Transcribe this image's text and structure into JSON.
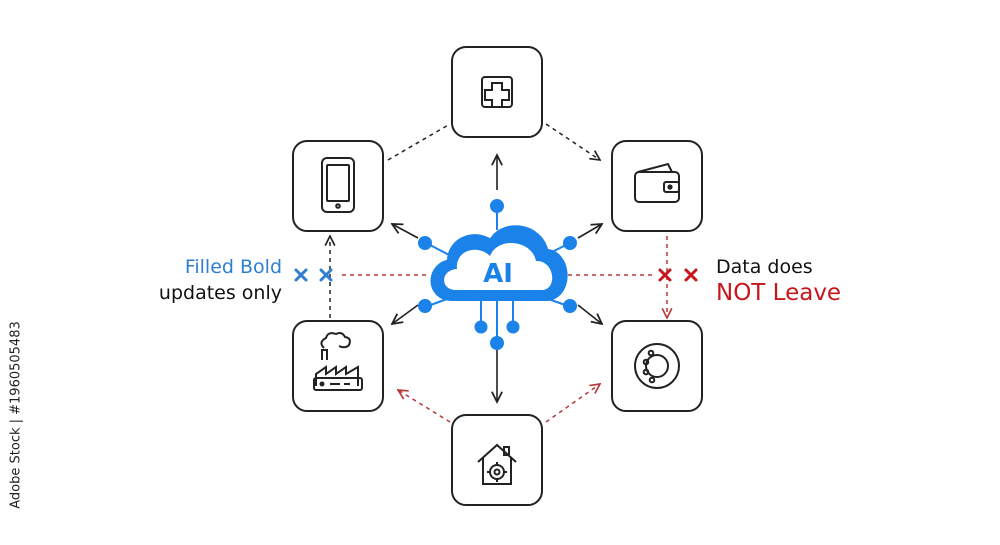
{
  "center": {
    "label": "AI"
  },
  "nodes": [
    {
      "id": "medical",
      "icon": "medical-cross-icon"
    },
    {
      "id": "wallet",
      "icon": "wallet-icon"
    },
    {
      "id": "sensor",
      "icon": "sensor-ring-icon"
    },
    {
      "id": "smart-home",
      "icon": "smart-home-gear-icon"
    },
    {
      "id": "factory",
      "icon": "factory-icon"
    },
    {
      "id": "phone",
      "icon": "smartphone-icon"
    }
  ],
  "left_label": {
    "line1": "Filled Bold",
    "line2": "updates only"
  },
  "right_label": {
    "line1": "Data does",
    "line2": "NOT Leave"
  },
  "watermark": "Adobe Stock | #1960505483",
  "colors": {
    "ai_blue": "#1a82e8",
    "label_blue": "#2f7fd0",
    "red": "#c8161d",
    "line": "#222222",
    "dashed_red": "#b53a3a"
  }
}
